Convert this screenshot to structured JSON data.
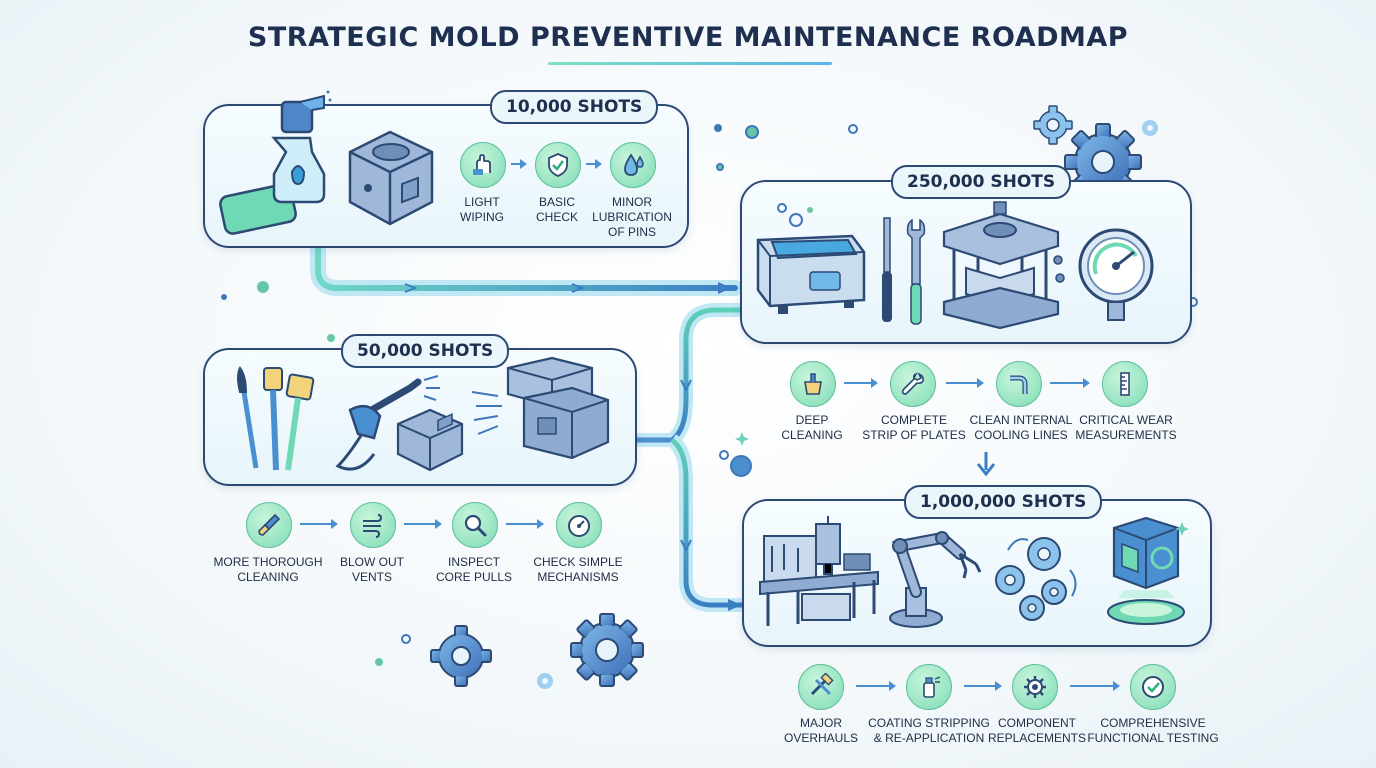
{
  "title": "STRATEGIC MOLD PREVENTIVE MAINTENANCE ROADMAP",
  "stages": [
    {
      "badge": "10,000 SHOTS",
      "steps": [
        {
          "icon": "hand-wipe-icon",
          "label_lines": [
            "LIGHT",
            "WIPING"
          ]
        },
        {
          "icon": "shield-check-icon",
          "label_lines": [
            "BASIC",
            "CHECK"
          ]
        },
        {
          "icon": "oil-drop-icon",
          "label_lines": [
            "MINOR",
            "LUBRICATION",
            "OF PINS"
          ]
        }
      ]
    },
    {
      "badge": "50,000 SHOTS",
      "steps": [
        {
          "icon": "brush-icon",
          "label_lines": [
            "MORE THOROUGH",
            "CLEANING"
          ]
        },
        {
          "icon": "air-flow-icon",
          "label_lines": [
            "BLOW OUT",
            "VENTS"
          ]
        },
        {
          "icon": "magnifier-icon",
          "label_lines": [
            "INSPECT",
            "CORE PULLS"
          ]
        },
        {
          "icon": "gauge-icon",
          "label_lines": [
            "CHECK SIMPLE",
            "MECHANISMS"
          ]
        }
      ]
    },
    {
      "badge": "250,000 SHOTS",
      "steps": [
        {
          "icon": "cleaning-bucket-icon",
          "label_lines": [
            "DEEP",
            "CLEANING"
          ]
        },
        {
          "icon": "wrench-icon",
          "label_lines": [
            "COMPLETE",
            "STRIP OF PLATES"
          ]
        },
        {
          "icon": "pipe-icon",
          "label_lines": [
            "CLEAN INTERNAL",
            "COOLING LINES"
          ]
        },
        {
          "icon": "ruler-icon",
          "label_lines": [
            "CRITICAL WEAR",
            "MEASUREMENTS"
          ]
        }
      ]
    },
    {
      "badge": "1,000,000 SHOTS",
      "steps": [
        {
          "icon": "hammer-wrench-icon",
          "label_lines": [
            "MAJOR",
            "OVERHAULS"
          ]
        },
        {
          "icon": "spray-coating-icon",
          "label_lines": [
            "COATING STRIPPING",
            "& RE-APPLICATION"
          ]
        },
        {
          "icon": "gear-icon",
          "label_lines": [
            "COMPONENT",
            "REPLACEMENTS"
          ]
        },
        {
          "icon": "check-circle-icon",
          "label_lines": [
            "COMPREHENSIVE",
            "FUNCTIONAL TESTING"
          ]
        }
      ]
    }
  ],
  "colors": {
    "navy": "#2c4a74",
    "flow_teal": "#5fcfb8",
    "flow_blue": "#3e86c8",
    "icon_green": "#7fdcb5"
  }
}
